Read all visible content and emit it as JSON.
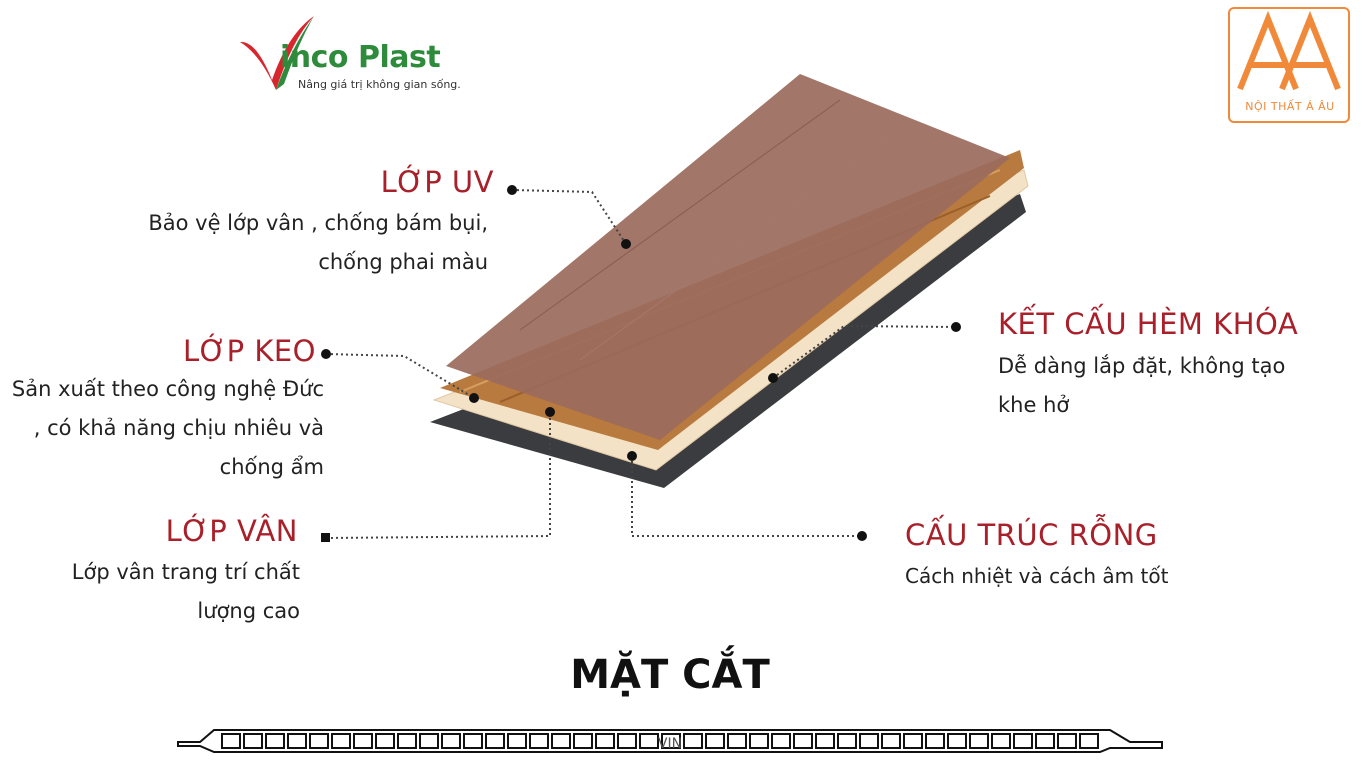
{
  "logo": {
    "vinco_name": "inco Plast",
    "vinco_tagline": "Nâng giá trị không gian sống.",
    "aau_name": "NỘI THẤT Á ÂU"
  },
  "labels": {
    "uv": {
      "title": "LỚP UV",
      "desc": "Bảo vệ lớp vân , chống bám bụi,  chống phai màu"
    },
    "keo": {
      "title": "LỚP KEO",
      "desc": "Sản xuất theo công nghệ Đức , có khả năng chịu nhiêu và chống ẩm"
    },
    "van": {
      "title": "LỚP VÂN",
      "desc": "Lớp vân trang trí chất lượng cao"
    },
    "ket_cau": {
      "title": "KẾT CẤU HÈM KHÓA",
      "desc": "Dễ dàng lắp đặt, không tạo khe hở"
    },
    "cau_truc": {
      "title": "CẤU TRÚC RỖNG",
      "desc": "Cách nhiệt và cách âm tốt"
    }
  },
  "section_title": "MẶT CẮT",
  "profile_mark": "VIN",
  "colors": {
    "title_red": "#a8202a",
    "vinco_green": "#2e8b3b",
    "vinco_red": "#d7262e",
    "aau_orange": "#f08a3a",
    "uv_layer": "#9a6a5c",
    "wood_layer": "#b87a3e",
    "glue_layer": "#f3e2c6",
    "base_layer": "#3b3c40"
  }
}
